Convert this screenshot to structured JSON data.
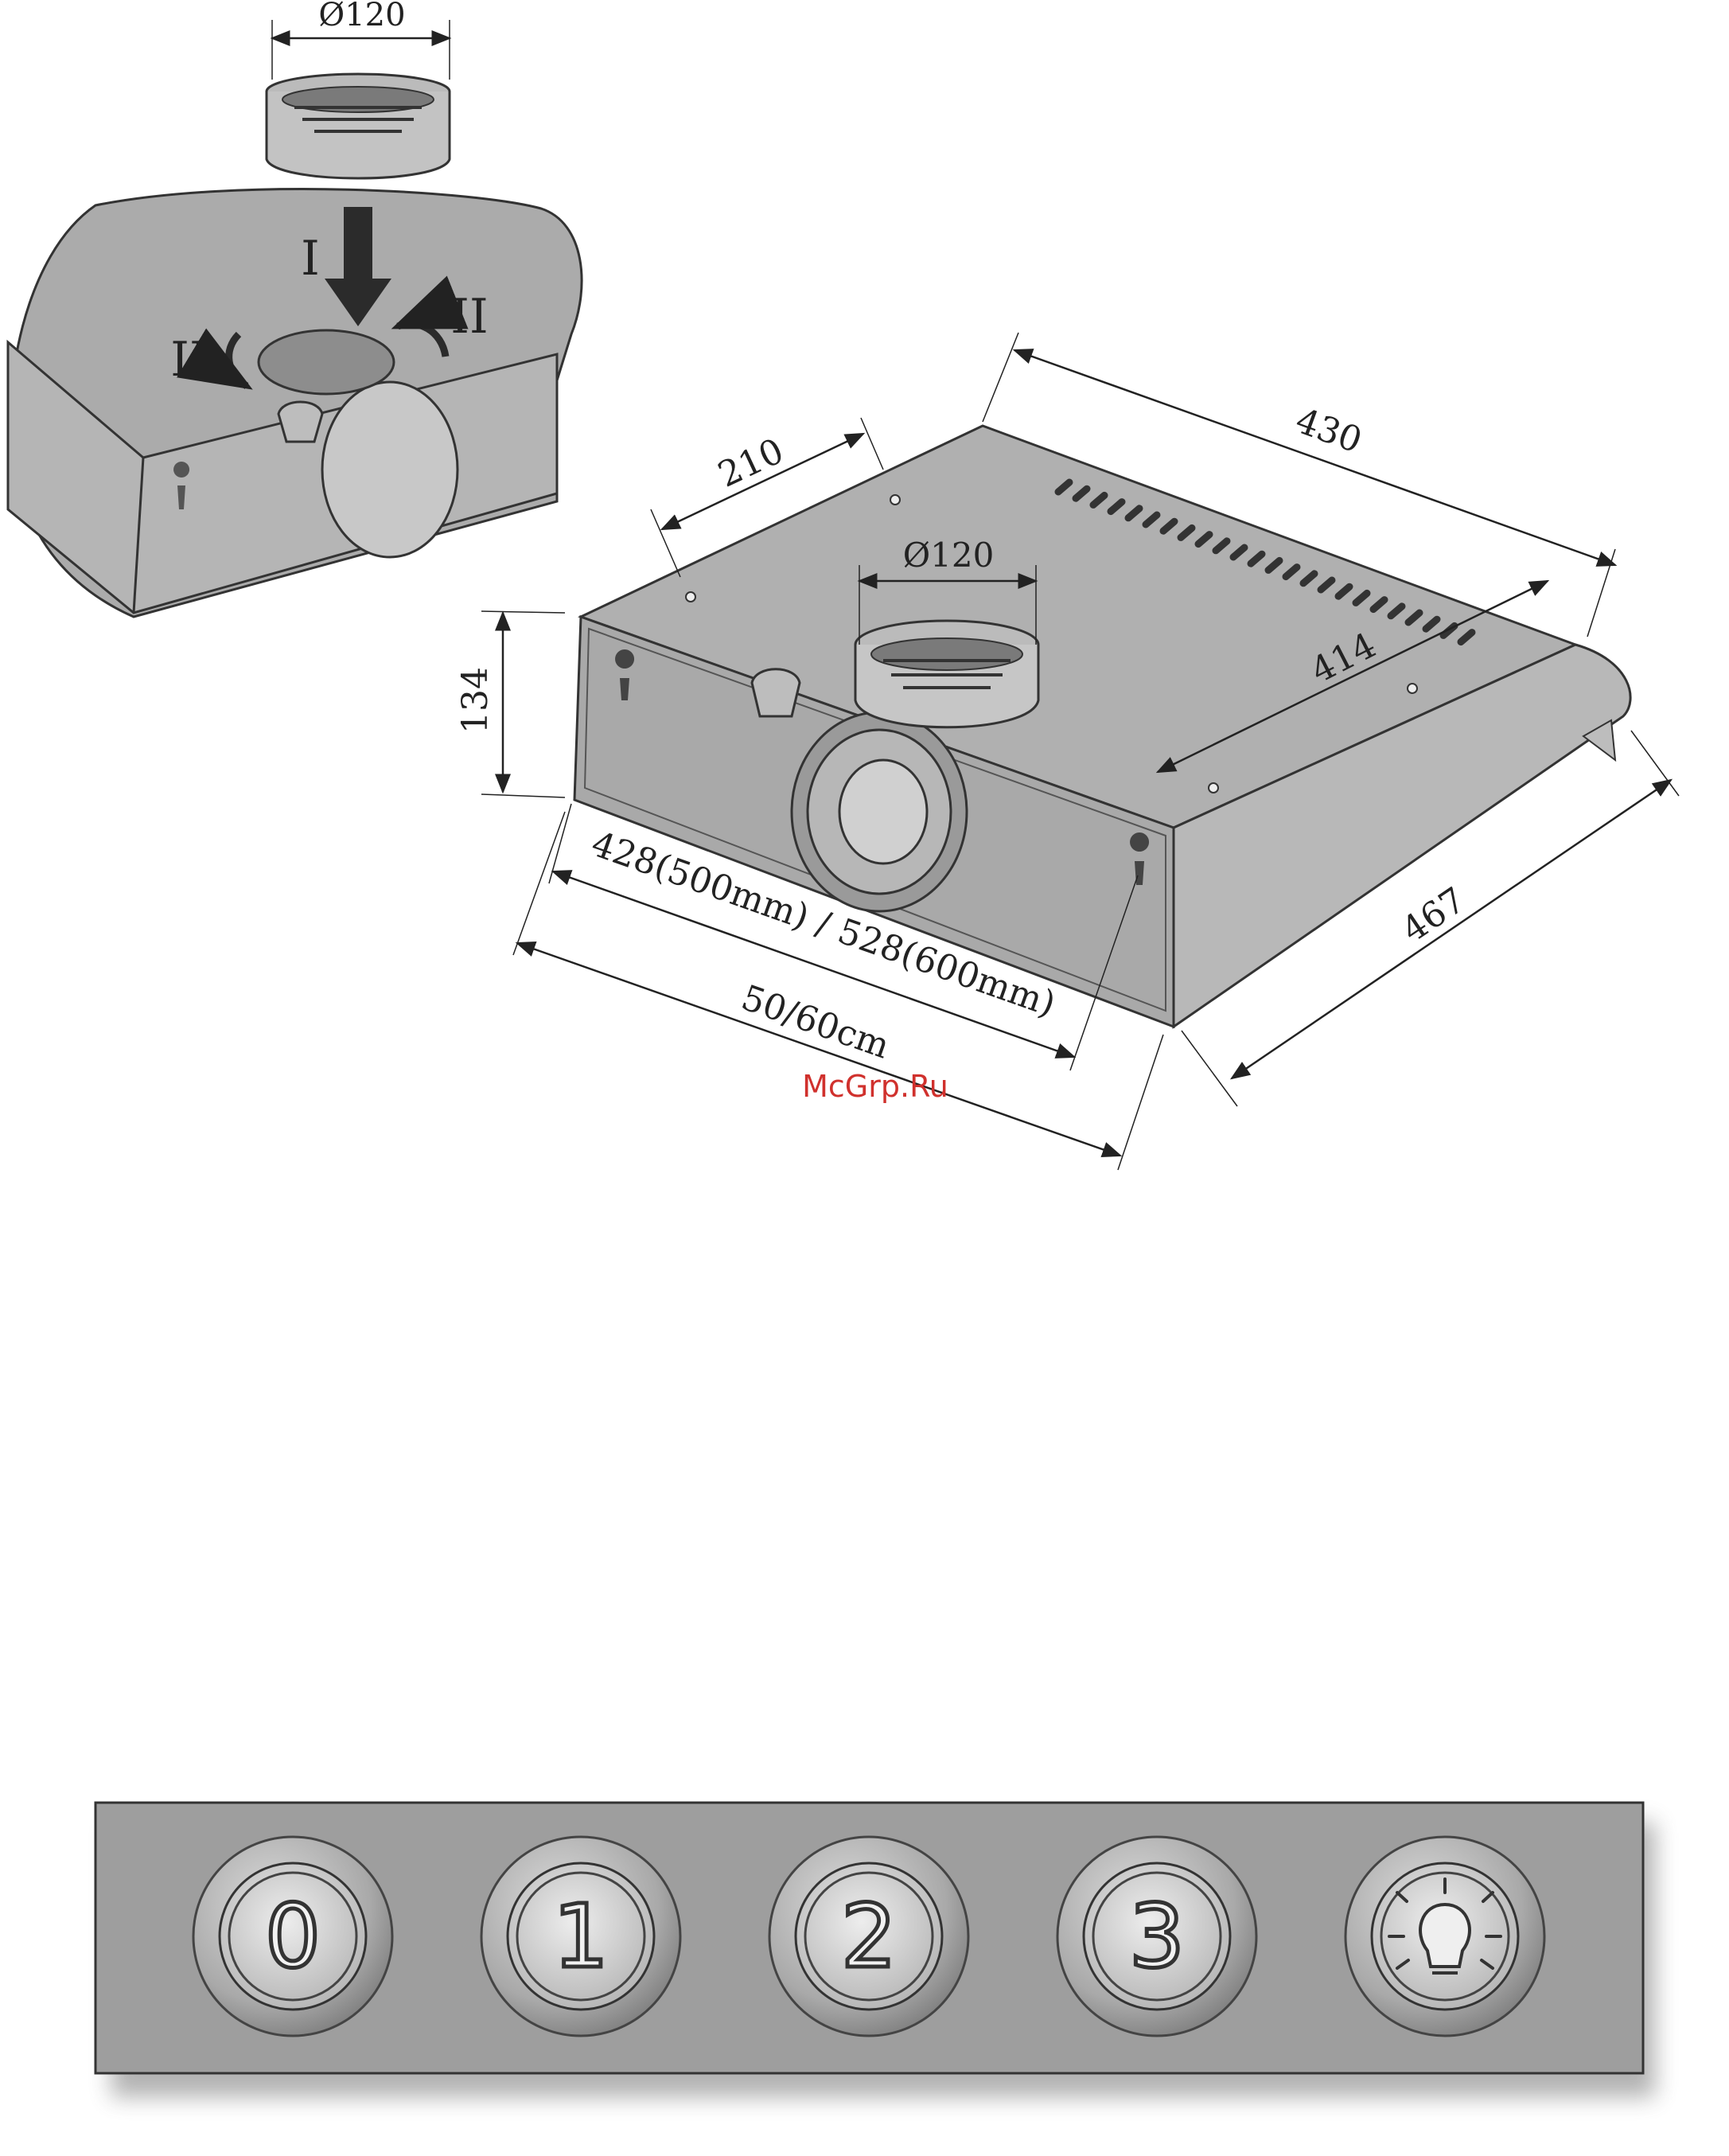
{
  "inset": {
    "pipe_diameter": "Ø120",
    "step_push": "I",
    "step_rotate_left": "II",
    "step_rotate_right": "II"
  },
  "main": {
    "depth_top": "210",
    "width_top": "430",
    "pipe_diameter": "Ø120",
    "inner_depth": "414",
    "height": "134",
    "width_inner": "428(500mm) / 528(600mm)",
    "width_nominal": "50/60cm",
    "depth_total": "467"
  },
  "watermark": "McGrp.Ru",
  "control_panel": {
    "buttons": [
      {
        "id": "0",
        "label": "0"
      },
      {
        "id": "1",
        "label": "1"
      },
      {
        "id": "2",
        "label": "2"
      },
      {
        "id": "3",
        "label": "3"
      },
      {
        "id": "light",
        "label": "",
        "icon": "light-bulb-icon"
      }
    ],
    "colors": {
      "panel": "#9e9e9e",
      "button": "#c4c4c4",
      "button_face": "#b9b9b9"
    }
  }
}
